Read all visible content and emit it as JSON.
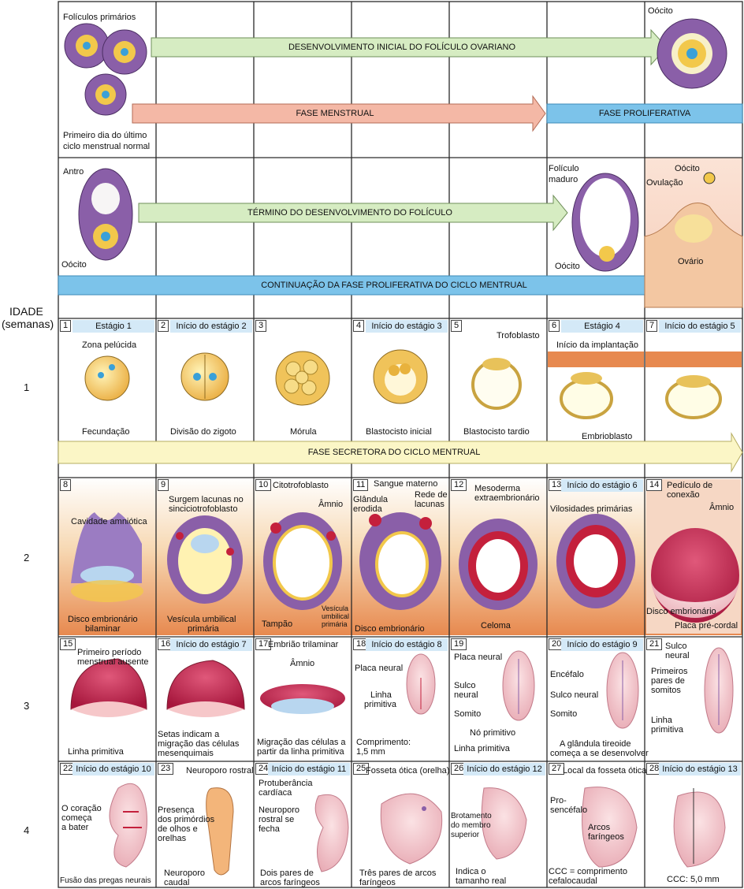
{
  "side": {
    "age_label": "IDADE",
    "weeks_label": "(semanas)",
    "weeks": [
      "1",
      "2",
      "3",
      "4"
    ]
  },
  "arrows": {
    "follicle_dev": "DESENVOLVIMENTO INICIAL DO FOLÍCULO OVARIANO",
    "menstrual": "FASE MENSTRUAL",
    "proliferative": "FASE PROLIFERATIVA",
    "follicle_end": "TÉRMINO DO DESENVOLVIMENTO DO FOLÍCULO",
    "continuation": "CONTINUAÇÃO DA FASE PROLIFERATIVA DO CICLO MENTRUAL",
    "secretory": "FASE SECRETORA DO CICLO MENTRUAL"
  },
  "top": {
    "primary_follicles": "Folículos primários",
    "first_day_1": "Primeiro dia do último",
    "first_day_2": "ciclo menstrual normal",
    "oocyte_top": "Oócito",
    "antrum": "Antro",
    "oocyte_left": "Oócito",
    "mature_1": "Folículo",
    "mature_2": "maduro",
    "oocyte_mature": "Oócito",
    "oocyte_ov": "Oócito",
    "ovulation": "Ovulação",
    "ovary": "Ovário"
  },
  "row1": [
    {
      "n": "1",
      "head": "Estágio 1",
      "l1": "Zona pelúcida",
      "l2": "Fecundação"
    },
    {
      "n": "2",
      "head": "Início do estágio 2",
      "l2": "Divisão do zigoto"
    },
    {
      "n": "3",
      "l2": "Mórula"
    },
    {
      "n": "4",
      "head": "Início do estágio 3",
      "l2": "Blastocisto inicial"
    },
    {
      "n": "5",
      "l1": "Trofoblasto",
      "l2": "Blastocisto tardio"
    },
    {
      "n": "6",
      "head": "Estágio 4",
      "l1": "Início da implantação",
      "l2": "Embrioblasto"
    },
    {
      "n": "7",
      "head": "Início do estágio 5"
    }
  ],
  "row2": {
    "c8": {
      "n": "8",
      "a": "Cavidade amniótica",
      "b1": "Disco embrionário",
      "b2": "bilaminar"
    },
    "c9": {
      "n": "9",
      "a1": "Surgem lacunas no",
      "a2": "sinciciotrofoblasto",
      "b1": "Vesícula umbilical",
      "b2": "primária"
    },
    "c10": {
      "n": "10",
      "a": "Citotrofoblasto",
      "b": "Âmnio",
      "c": "Tampão",
      "d1": "Vesícula",
      "d2": "umbilical",
      "d3": "primária"
    },
    "c11": {
      "n": "11",
      "a1": "Sangue materno",
      "b1": "Rede de",
      "b2": "lacunas",
      "c1": "Glândula",
      "c2": "erodida",
      "d": "Disco embrionário"
    },
    "c12": {
      "n": "12",
      "a1": "Mesoderma",
      "a2": "extraembrionário",
      "b": "Celoma"
    },
    "c13": {
      "n": "13",
      "head": "Início do estágio 6",
      "a": "Vilosidades primárias"
    },
    "c14": {
      "n": "14",
      "a1": "Pedículo de",
      "a2": "conexão",
      "b": "Âmnio",
      "c": "Disco embrionário",
      "d": "Placa pré-cordal"
    }
  },
  "row3": {
    "c15": {
      "n": "15",
      "a1": "Primeiro período",
      "a2": "menstrual ausente",
      "b": "Linha primitiva"
    },
    "c16": {
      "n": "16",
      "head": "Início do estágio 7",
      "a1": "Setas indicam a",
      "a2": "migração das células",
      "a3": "mesenquimais"
    },
    "c17": {
      "n": "17",
      "head": "Embrião trilaminar",
      "a": "Âmnio",
      "b1": "Migração das células a",
      "b2": "partir da  linha primitiva"
    },
    "c18": {
      "n": "18",
      "head": "Início do estágio 8",
      "a": "Placa neural",
      "b1": "Linha",
      "b2": "primitiva",
      "c1": "Comprimento:",
      "c2": "1,5 mm"
    },
    "c19": {
      "n": "19",
      "a": "Placa neural",
      "b1": "Sulco",
      "b2": "neural",
      "c": "Somito",
      "d": "Nó primitivo",
      "e": "Linha primitiva"
    },
    "c20": {
      "n": "20",
      "head": "Início do estágio 9",
      "a": "Encéfalo",
      "b": "Sulco neural",
      "c": "Somito",
      "d1": "A glândula tireoide",
      "d2": "começa a se desenvolver"
    },
    "c21": {
      "n": "21",
      "a1": "Sulco",
      "a2": "neural",
      "b1": "Primeiros",
      "b2": "pares de",
      "b3": "somitos",
      "c1": "Linha",
      "c2": "primitiva"
    }
  },
  "row4": {
    "c22": {
      "n": "22",
      "head": "Início do estágio 10",
      "a1": "O coração",
      "a2": "começa",
      "a3": "a bater",
      "b": "Fusão das pregas neurais"
    },
    "c23": {
      "n": "23",
      "head": "Neuroporo rostral",
      "a1": "Presença",
      "a2": "dos primórdios",
      "a3": "de olhos e",
      "a4": "orelhas",
      "b1": "Neuroporo",
      "b2": "caudal"
    },
    "c24": {
      "n": "24",
      "head": "Início do estágio 11",
      "a1": "Protuberância",
      "a2": "cardíaca",
      "b1": "Neuroporo",
      "b2": "rostral se",
      "b3": "fecha",
      "c1": "Dois pares de",
      "c2": "arcos faríngeos"
    },
    "c25": {
      "n": "25",
      "head": "Fosseta ótica (orelha)",
      "a1": "Três pares de arcos",
      "a2": "faríngeos"
    },
    "c26": {
      "n": "26",
      "head": "Início do estágio 12",
      "a1": "Brotamento",
      "a2": "do membro",
      "a3": "superior",
      "b1": "Indica o",
      "b2": "tamanho real"
    },
    "c27": {
      "n": "27",
      "head": "Local da fosseta ótica",
      "a1": "Pro-",
      "a2": "sencéfalo",
      "b1": "Arcos",
      "b2": "faríngeos",
      "c1": "CCC = comprimento",
      "c2": "cefalocaudal"
    },
    "c28": {
      "n": "28",
      "head": "Início do estágio 13",
      "a": "CCC: 5,0 mm"
    }
  },
  "colors": {
    "grid": "#2a2a2a",
    "head_blue": "#d4e9f7",
    "arrow_green": "#d6ecc2",
    "arrow_pink": "#f4b8a6",
    "arrow_blue": "#7cc3ea",
    "arrow_yellow": "#fbf6c6",
    "follicle": "#8a5fa8",
    "yolk": "#f2c84b",
    "uterus": "#e9a46f"
  }
}
